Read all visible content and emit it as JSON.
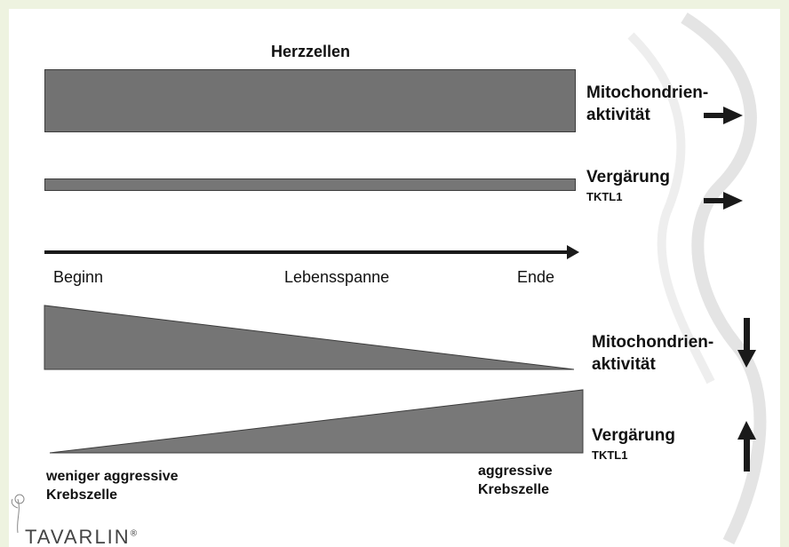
{
  "title": "Herzzellen",
  "top_bars": [
    {
      "label_lines": [
        "Mitochondrien-",
        "aktivität"
      ],
      "sub": "",
      "trend": "constant"
    },
    {
      "label_lines": [
        "Vergärung"
      ],
      "sub": "TKTL1",
      "trend": "constant"
    }
  ],
  "axis": {
    "start": "Beginn",
    "middle": "Lebensspanne",
    "end": "Ende"
  },
  "bottom_wedges": [
    {
      "label_lines": [
        "Mitochondrien-",
        "aktivität"
      ],
      "trend": "decreasing"
    },
    {
      "label_lines": [
        "Vergärung"
      ],
      "sub": "TKTL1",
      "trend": "increasing"
    }
  ],
  "bottom_labels": {
    "left_lines": [
      "weniger aggressive",
      "Krebszelle"
    ],
    "right_lines": [
      "aggressive",
      "Krebszelle"
    ]
  },
  "logo": {
    "text": "TAVARLIN",
    "mark": "®"
  },
  "colors": {
    "bar_fill": "#727272",
    "outline": "#3c3c3c",
    "arrow": "#1a1a1a",
    "frame": "#eef3e0"
  }
}
